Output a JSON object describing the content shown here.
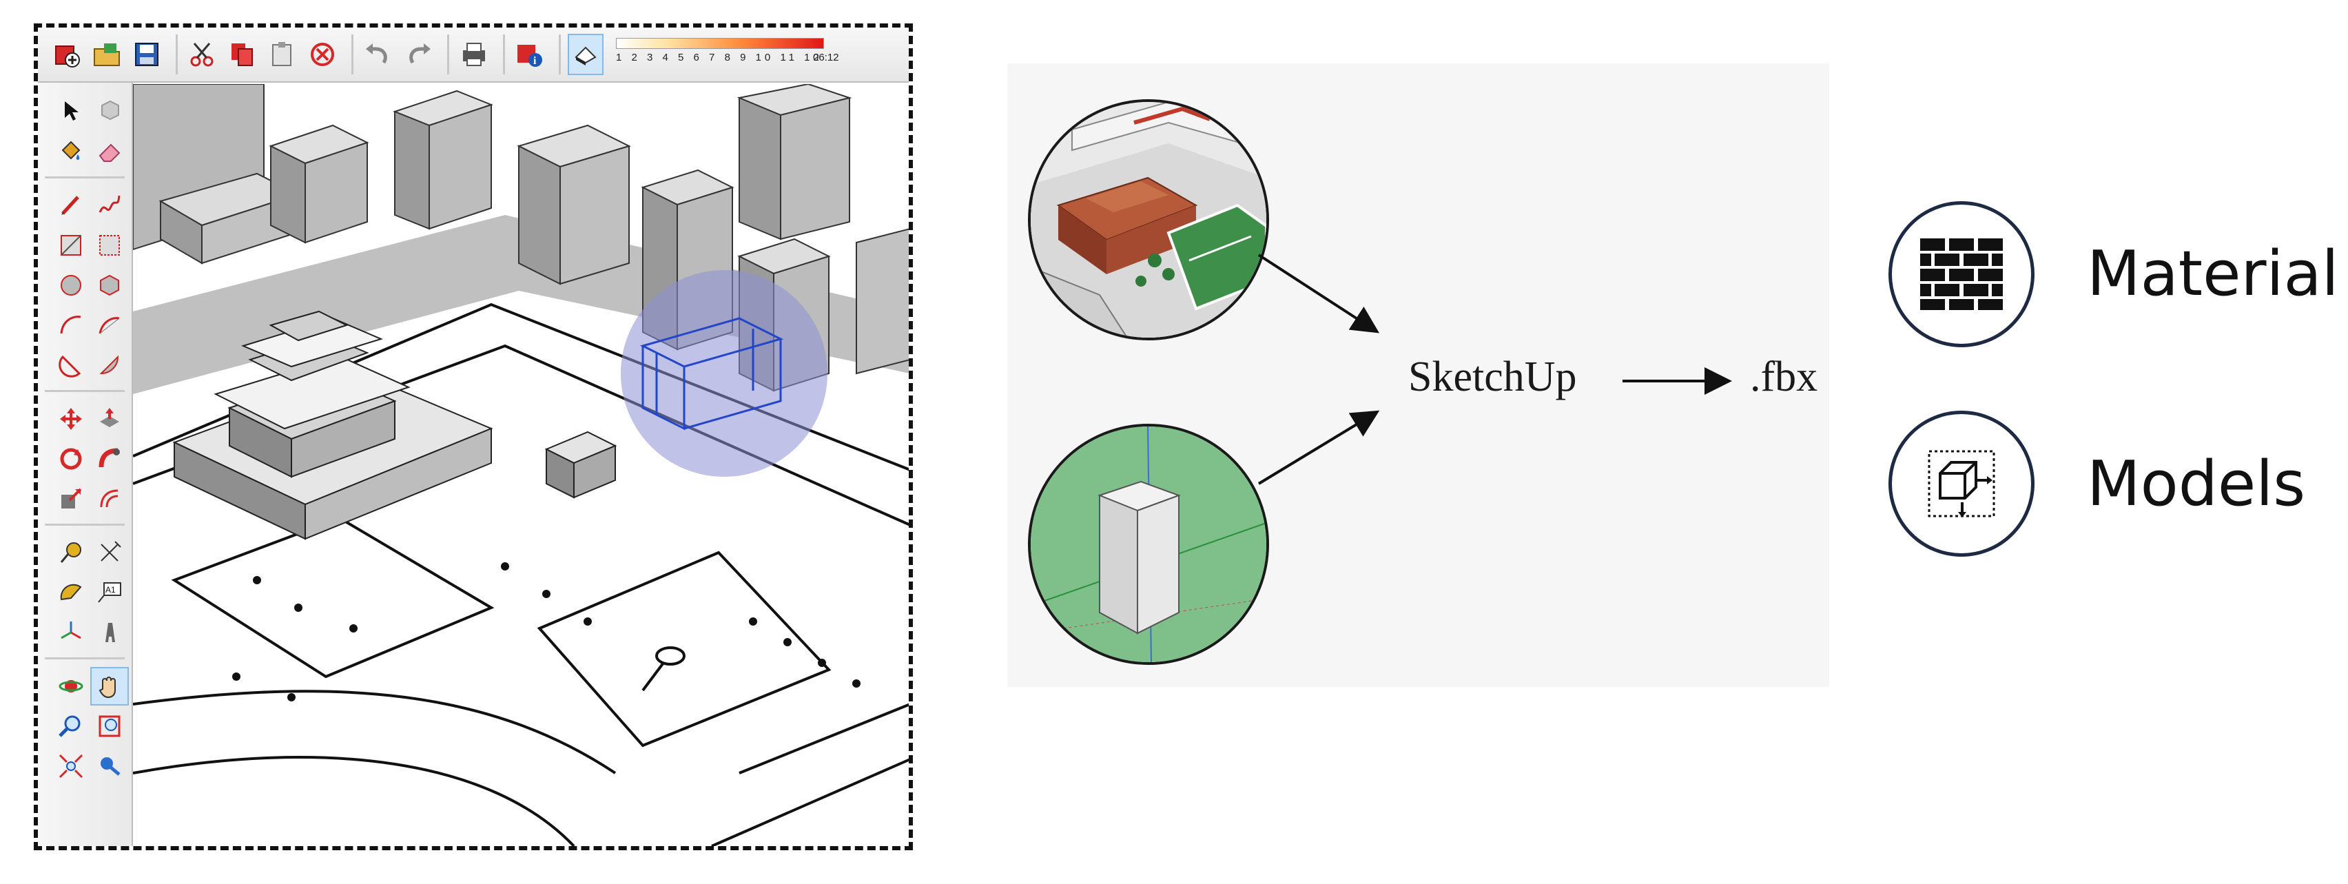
{
  "sketchup_window": {
    "toolbar": {
      "buttons": [
        "new-icon",
        "open-icon",
        "save-icon",
        "cut-icon",
        "copy-icon",
        "paste-icon",
        "erase-icon",
        "undo-icon",
        "redo-icon",
        "print-icon",
        "model-info-icon"
      ],
      "shadow_scale": {
        "ticks": "1 2 3 4 5 6 7 8 9 10 11 12",
        "time": "06:12"
      }
    },
    "tool_palette": {
      "tools": [
        "select-icon",
        "make-component-icon",
        "paint-bucket-icon",
        "eraser-icon",
        "line-icon",
        "freehand-icon",
        "rectangle-icon",
        "rotated-rectangle-icon",
        "circle-icon",
        "polygon-icon",
        "arc-icon",
        "two-point-arc-icon",
        "pie-icon",
        "three-point-arc-icon",
        "move-icon",
        "push-pull-icon",
        "rotate-icon",
        "follow-me-icon",
        "scale-icon",
        "offset-icon",
        "tape-measure-icon",
        "dimension-icon",
        "protractor-icon",
        "text-icon",
        "axes-icon",
        "3d-text-icon",
        "orbit-icon",
        "pan-icon",
        "zoom-icon",
        "zoom-window-icon",
        "zoom-extents-icon",
        "walk-icon"
      ],
      "text_tool_label": "A1"
    }
  },
  "workflow": {
    "source_app": "SketchUp",
    "export_format": ".fbx",
    "outputs": [
      {
        "label": "Material",
        "icon": "brick-wall-icon"
      },
      {
        "label": "Models",
        "icon": "model-cube-icon"
      }
    ]
  },
  "colors": {
    "highlight_circle": "#8c8fd6",
    "selection_blue": "#2447c8",
    "ground_green": "#7fbf8a",
    "badge_border": "#1e2a44"
  }
}
